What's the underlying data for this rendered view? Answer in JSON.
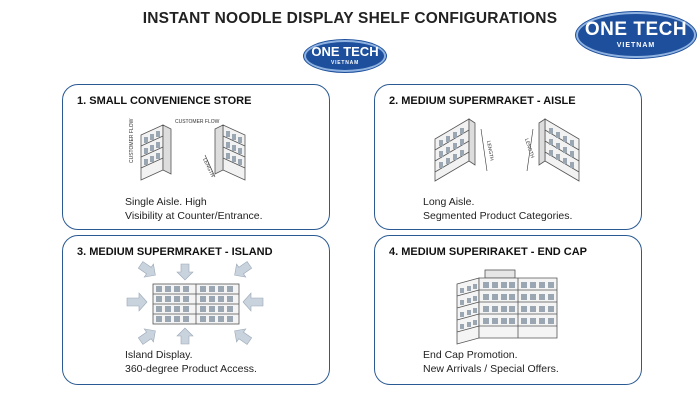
{
  "title": "INSTANT NOODLE DISPLAY SHELF CONFIGURATIONS",
  "logo": {
    "main": "ONE TECH",
    "sub": "VIETNAM"
  },
  "panels": [
    {
      "title": "1. SMALL CONVENIENCE STORE",
      "line1": "Single Aisle. High",
      "line2": "Visibility at Counter/Entrance.",
      "labels": {
        "flow_top": "CUSTOMER FLOW",
        "flow_side": "CUSTOMER FLOW",
        "dim": "LENGTH"
      }
    },
    {
      "title": "2. MEDIUM SUPERMRAKET - AISLE",
      "line1": "Long Aisle.",
      "line2": "Segmented Product Categories.",
      "labels": {
        "dim_left": "LENGTH",
        "dim_right": "LENGTH"
      }
    },
    {
      "title": "3. MEDIUM SUPERMRAKET - ISLAND",
      "line1": "Island Display.",
      "line2": "360-degree Product Access."
    },
    {
      "title": "4. MEDIUM SUPERIRAKET - END CAP",
      "line1": "End Cap Promotion.",
      "line2": "New Arrivals / Special Offers."
    }
  ],
  "colors": {
    "panel_border": "#2b5a92",
    "logo_blue": "#1d4f9c",
    "arrow": "#c9d3de"
  }
}
